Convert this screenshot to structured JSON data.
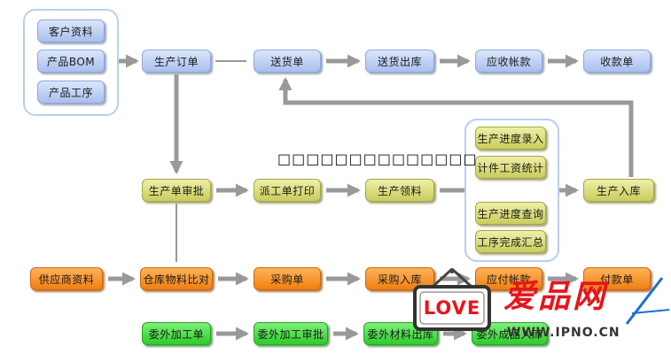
{
  "diagram": {
    "heading": "□□□□□□□□□□□□□□",
    "nodes": {
      "customer_data": "客户资料",
      "product_bom": "产品BOM",
      "product_process": "产品工序",
      "production_order": "生产订单",
      "delivery_note": "送货单",
      "delivery_out": "送货出库",
      "receivable": "应收帐款",
      "receipt": "收款单",
      "production_approval": "生产单审批",
      "dispatch_print": "派工单打印",
      "material_pick": "生产领料",
      "progress_entry": "生产进度录入",
      "piecework_stats": "计件工资统计",
      "progress_query": "生产进度查询",
      "process_summary": "工序完成汇总",
      "production_in": "生产入库",
      "supplier_data": "供应商资料",
      "warehouse_compare": "仓库物料比对",
      "purchase_order": "采购单",
      "purchase_in": "采购入库",
      "payable": "应付帐款",
      "payment": "付款单",
      "outsource_order": "委外加工单",
      "outsource_approval": "委外加工审批",
      "outsource_material": "委外材料出库",
      "outsource_in": "委外成品入库"
    }
  },
  "watermark": {
    "brand": "爱品网",
    "love": "LOVE",
    "url": "WWW.IPNO.CN",
    "brand_color": "#e8141b"
  },
  "colors": {
    "blue": "#a8bfee",
    "olive": "#c9cc5c",
    "orange": "#f07f10",
    "green": "#2dcc2a",
    "arrow": "#999999"
  }
}
